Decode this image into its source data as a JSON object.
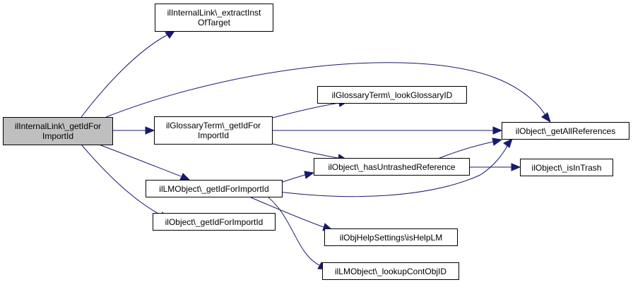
{
  "colors": {
    "edge": "#191970",
    "root_fill": "#bfbfbf",
    "node_fill": "#ffffff",
    "node_border": "#000000"
  },
  "nodes": {
    "root": {
      "line1": "ilInternalLink\\_getIdFor",
      "line2": "ImportId"
    },
    "extract": {
      "line1": "ilInternalLink\\_extractInst",
      "line2": "OfTarget"
    },
    "glossary_get": {
      "line1": "ilGlossaryTerm\\_getIdFor",
      "line2": "ImportId"
    },
    "lm_get": {
      "line1": "ilLMObject\\_getIdForImportId"
    },
    "obj_get": {
      "line1": "ilObject\\_getIdForImportId"
    },
    "look_glossary": {
      "line1": "ilGlossaryTerm\\_lookGlossaryID"
    },
    "has_untrashed": {
      "line1": "ilObject\\_hasUntrashedReference"
    },
    "help_lm": {
      "line1": "ilObjHelpSettings\\isHelpLM"
    },
    "lookup_cont": {
      "line1": "ilLMObject\\_lookupContObjID"
    },
    "all_refs": {
      "line1": "ilObject\\_getAllReferences"
    },
    "in_trash": {
      "line1": "ilObject\\_isInTrash"
    }
  }
}
